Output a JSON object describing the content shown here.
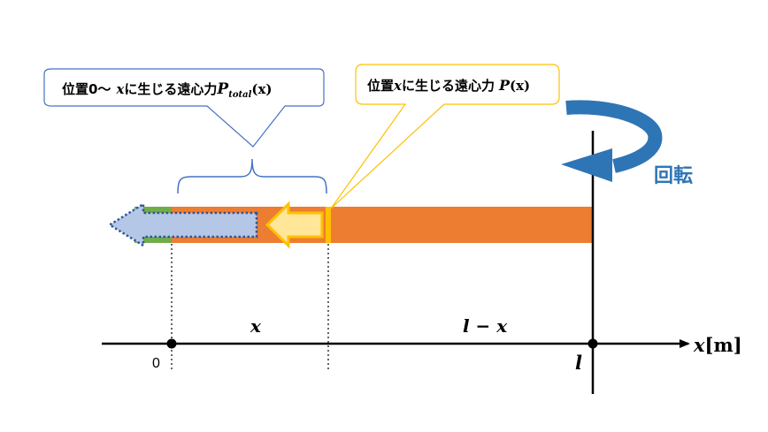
{
  "callout_total": {
    "prefix": "位置0〜",
    "var": "x",
    "mid": "に生じる遠心力",
    "symbol": "P",
    "subscript": "total",
    "arg": "(x)"
  },
  "callout_point": {
    "prefix": "位置",
    "var": "x",
    "mid": "に生じる遠心力",
    "symbol": "P",
    "arg": "(x)"
  },
  "rotation_label": "回転",
  "segment_labels": {
    "left": "x",
    "right": "l − x"
  },
  "axis": {
    "origin_label": "0",
    "end_label": "l",
    "axis_var": "x",
    "axis_unit": "[m]"
  },
  "colors": {
    "rod": "#ED7D31",
    "green_end": "#70AD47",
    "blue_arrow_fill": "#B4C7E7",
    "blue_arrow_stroke": "#2F5597",
    "yellow_arrow_fill": "#FFE699",
    "yellow_line": "#FFC000",
    "callout_blue": "#4472C4",
    "rotation_blue": "#2E75B6"
  }
}
